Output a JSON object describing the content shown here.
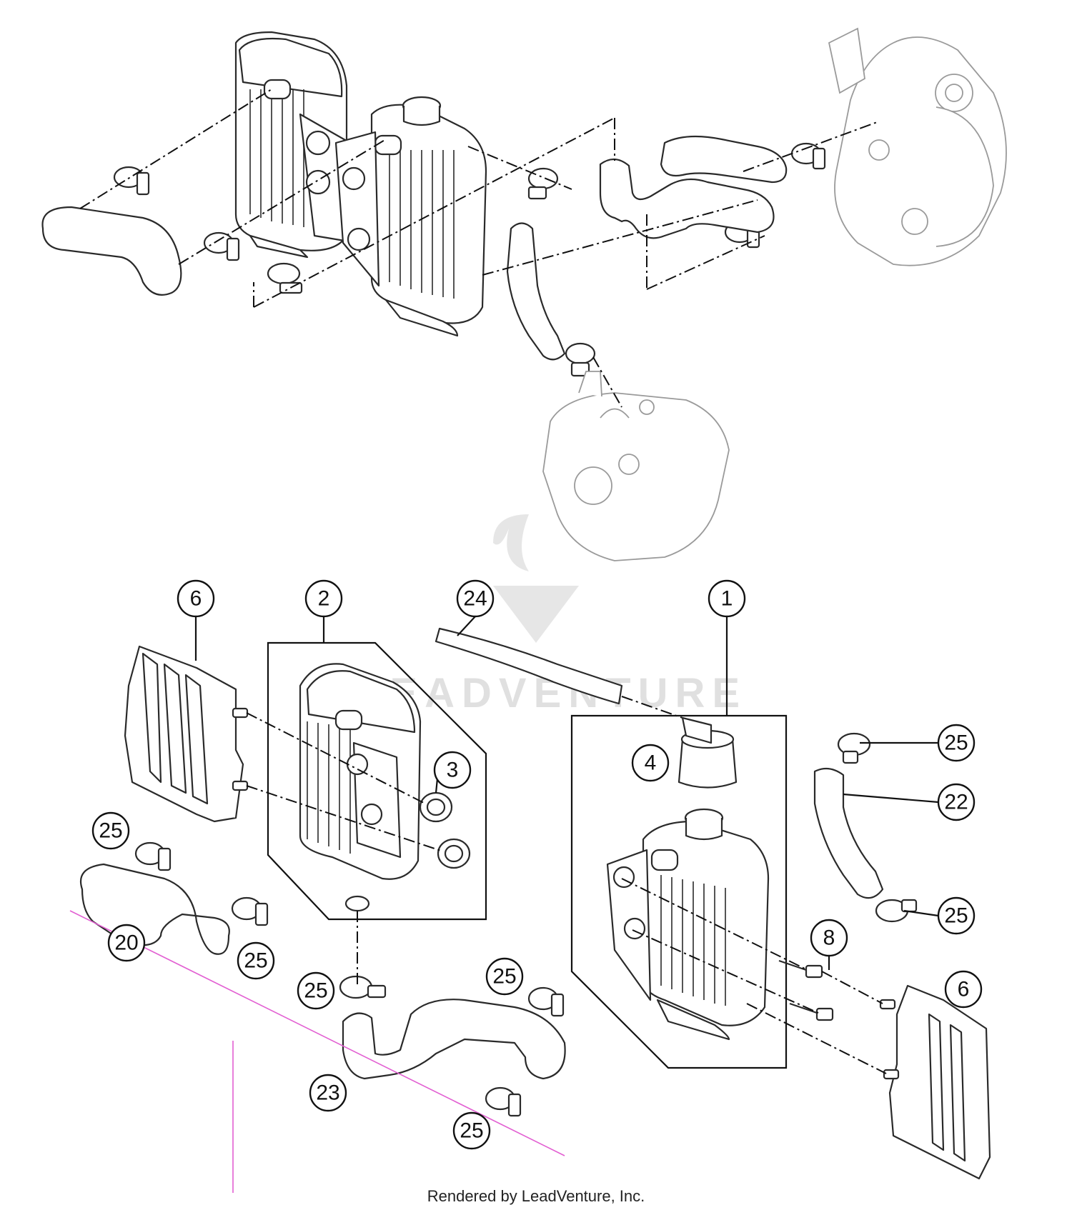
{
  "watermark": {
    "brand_text": "LEADVENTURE"
  },
  "footer": {
    "text": "Rendered by LeadVenture, Inc."
  },
  "callouts": [
    {
      "id": "6",
      "label": "6"
    },
    {
      "id": "2",
      "label": "2"
    },
    {
      "id": "24",
      "label": "24"
    },
    {
      "id": "1",
      "label": "1"
    },
    {
      "id": "3",
      "label": "3"
    },
    {
      "id": "4",
      "label": "4"
    },
    {
      "id": "25",
      "label": "25"
    },
    {
      "id": "22",
      "label": "22"
    },
    {
      "id": "20",
      "label": "20"
    },
    {
      "id": "8",
      "label": "8"
    },
    {
      "id": "23",
      "label": "23"
    }
  ]
}
